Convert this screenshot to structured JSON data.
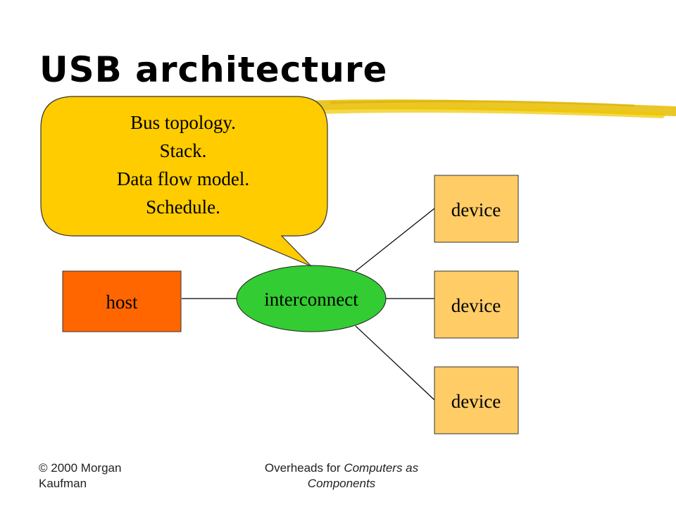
{
  "slide": {
    "title": "USB architecture"
  },
  "callout": {
    "lines": [
      "Bus topology.",
      "Stack.",
      "Data flow model.",
      "Schedule."
    ]
  },
  "diagram": {
    "host_label": "host",
    "interconnect_label": "interconnect",
    "device_labels": [
      "device",
      "device",
      "device"
    ]
  },
  "footer": {
    "copyright": "© 2000 Morgan Kaufman",
    "overheads_prefix": "Overheads for ",
    "overheads_book": "Computers as Components"
  },
  "colors": {
    "host_fill": "#ff6600",
    "interconnect_fill": "#33cc33",
    "device_fill": "#ffcc66",
    "callout_fill": "#ffcc00",
    "highlighter": "#e8c000"
  }
}
